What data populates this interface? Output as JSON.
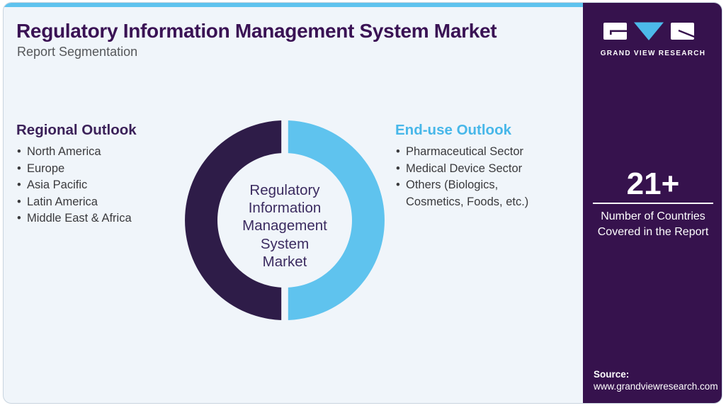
{
  "header": {
    "title": "Regulatory Information Management System Market",
    "subtitle": "Report Segmentation"
  },
  "brand": {
    "name": "GRAND VIEW RESEARCH"
  },
  "donut": {
    "center_lines": [
      "Regulatory",
      "Information",
      "Management",
      "System",
      "Market"
    ],
    "left_segment_color": "#2e1c48",
    "right_segment_color": "#5fc3ee"
  },
  "sections": {
    "regional": {
      "heading": "Regional Outlook",
      "items": [
        "North America",
        "Europe",
        "Asia Pacific",
        "Latin America",
        "Middle East & Africa"
      ]
    },
    "enduse": {
      "heading": "End-use Outlook",
      "items": [
        "Pharmaceutical Sector",
        "Medical Device Sector",
        "Others (Biologics, Cosmetics, Foods, etc.)"
      ]
    }
  },
  "stat": {
    "value": "21+",
    "caption": "Number of Countries Covered in the Report"
  },
  "source": {
    "label": "Source:",
    "url": "www.grandviewresearch.com"
  },
  "colors": {
    "accent_blue": "#5fc3ee",
    "sidebar_purple": "#36124d",
    "title_purple": "#3a1254",
    "heading_blue": "#47b7e9",
    "card_background": "#f0f5fa"
  }
}
